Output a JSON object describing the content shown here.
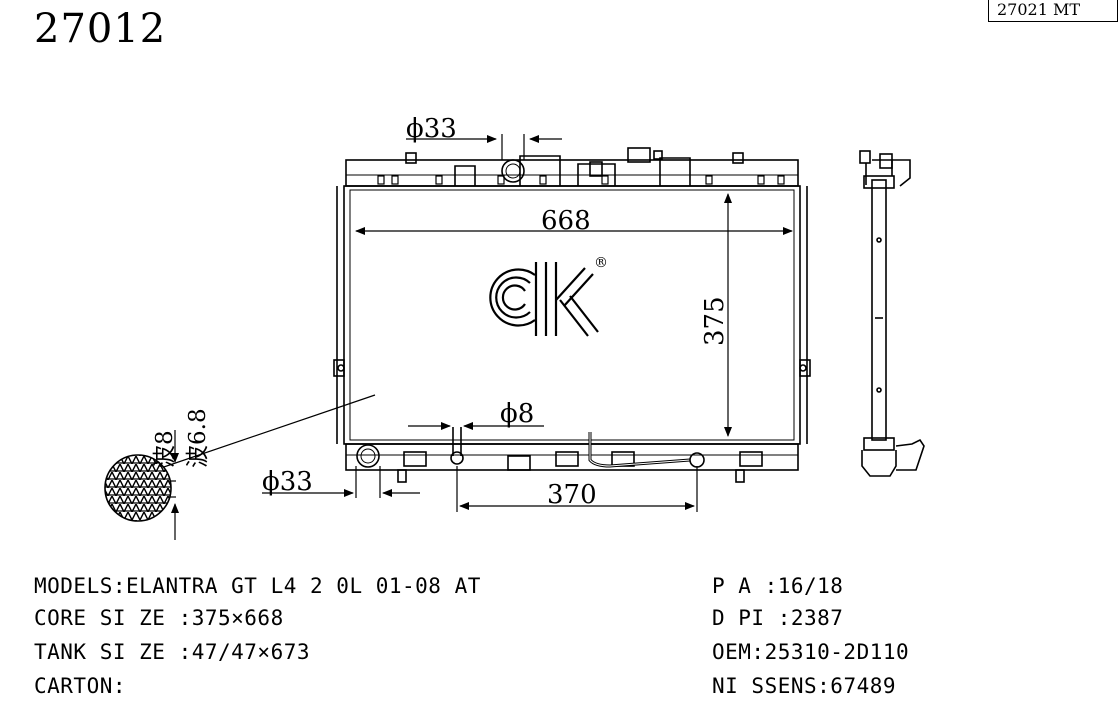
{
  "header": {
    "part_number": "27012",
    "reference": "27021 MT"
  },
  "dimensions": {
    "pipe_top": "ϕ33",
    "width": "668",
    "height": "375",
    "pipe_small": "ϕ8",
    "pipe_bottom": "ϕ33",
    "bottom_span": "370",
    "fin_8": "波8",
    "fin_6_8": "波6.8"
  },
  "logo": {
    "mark": "®"
  },
  "specs_left": [
    {
      "label": "MODELS:",
      "value": "ELANTRA GT L4 2 0L 01-08 AT"
    },
    {
      "label": "CORE SI ZE :",
      "value": "375×668"
    },
    {
      "label": "TANK SI ZE :",
      "value": "47/47×673"
    },
    {
      "label": "CARTON:",
      "value": ""
    }
  ],
  "specs_right": [
    {
      "label": "P A :",
      "value": "16/18"
    },
    {
      "label": "D PI :",
      "value": "2387"
    },
    {
      "label": "OEM:",
      "value": "25310-2D110"
    },
    {
      "label": "NI SSENS:",
      "value": "67489"
    }
  ]
}
